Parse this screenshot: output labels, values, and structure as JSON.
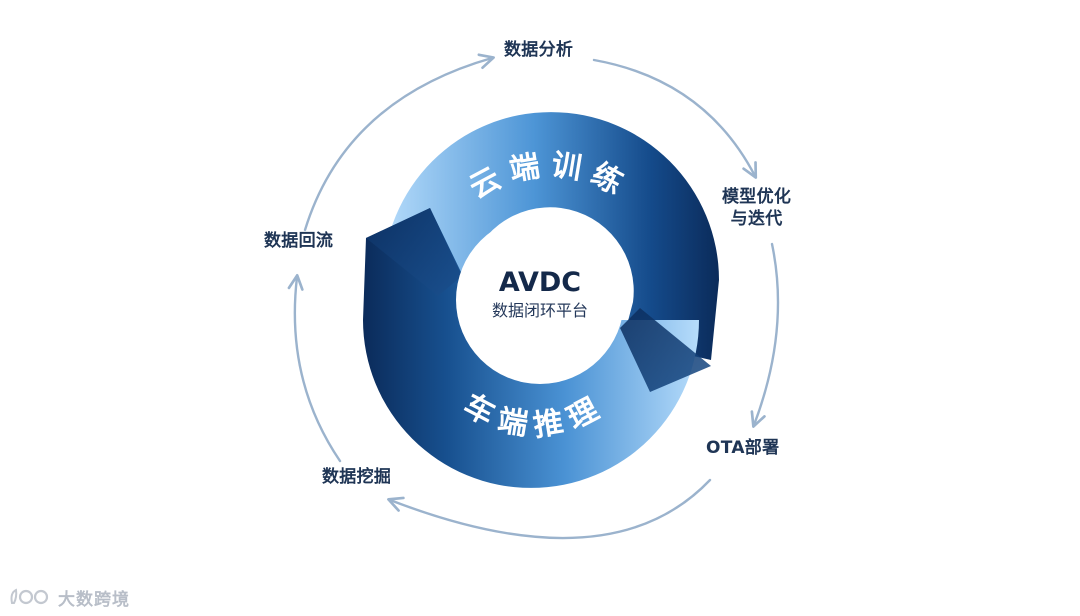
{
  "center": {
    "title": "AVDC",
    "subtitle": "数据闭环平台"
  },
  "ring": {
    "top_label": "云端训练",
    "bottom_label": "车端推理",
    "colors": {
      "light": "#a9d6fb",
      "mid": "#3b82c6",
      "dark": "#0b2b5a"
    }
  },
  "cycle_steps": [
    {
      "label": "数据分析"
    },
    {
      "label_lines": [
        "模型优化",
        "与迭代"
      ]
    },
    {
      "label": "OTA部署"
    },
    {
      "label": "数据挖掘"
    },
    {
      "label": "数据回流"
    }
  ],
  "outer_arrow_color": "#9bb3cd",
  "watermark": {
    "icon": "watermark-logo-icon",
    "text": "大数跨境"
  }
}
